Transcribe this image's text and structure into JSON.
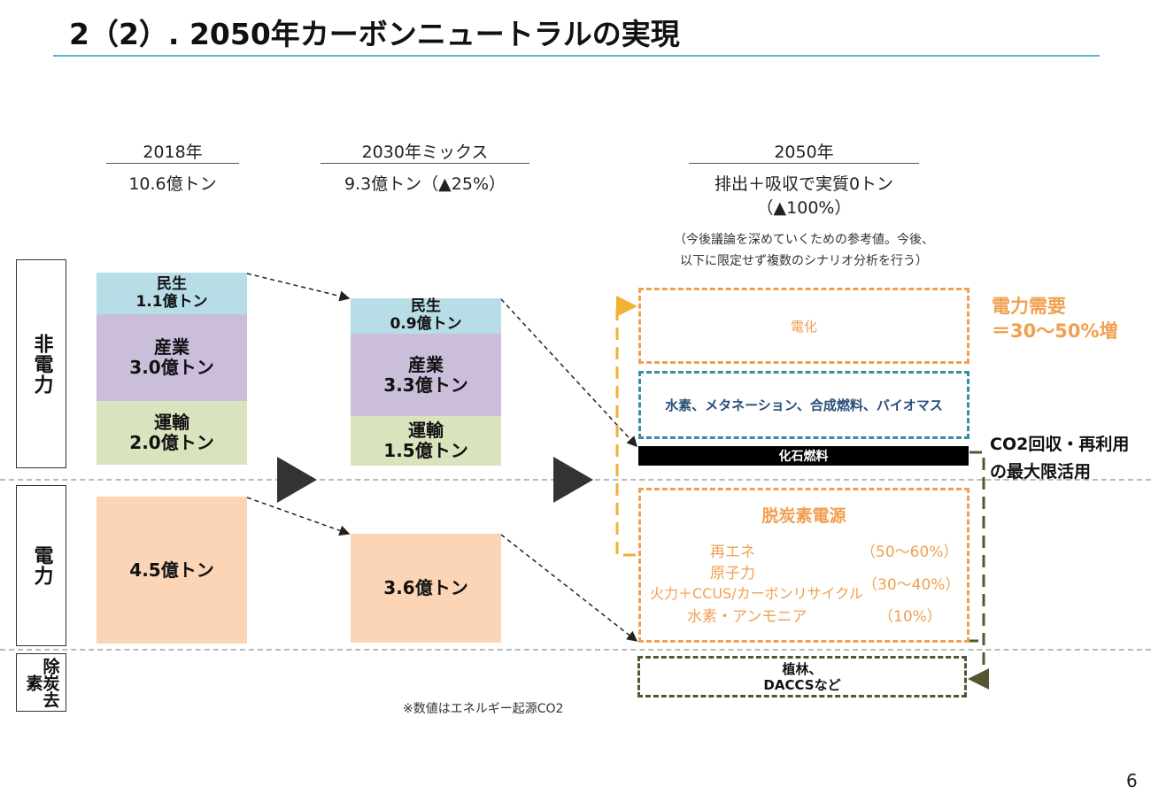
{
  "slide": {
    "title": "2（2）. 2050年カーボンニュートラルの実現",
    "page_number": "6",
    "footnote": "※数値はエネルギー起源CO2"
  },
  "rows": {
    "non_power": "非電力",
    "power": "電力",
    "removal": "除炭去素"
  },
  "columns": {
    "y2018": {
      "year": "2018年",
      "total": "10.6億トン"
    },
    "y2030": {
      "year": "2030年ミックス",
      "total": "9.3億トン（▲25%）"
    },
    "y2050": {
      "year": "2050年",
      "total_line1": "排出＋吸収で実質0トン",
      "total_line2": "（▲100%）",
      "note_line1": "（今後議論を深めていくための参考値。今後、",
      "note_line2": "以下に限定せず複数のシナリオ分析を行う）"
    }
  },
  "bars_2018": {
    "minsei": {
      "name": "民生",
      "value": "1.1億トン",
      "color": "#b7dde6"
    },
    "sangyo": {
      "name": "産業",
      "value": "3.0億トン",
      "color": "#cbbedb"
    },
    "unyu": {
      "name": "運輸",
      "value": "2.0億トン",
      "color": "#d9e3bd"
    },
    "power": {
      "value": "4.5億トン",
      "color": "#fbd5b5"
    }
  },
  "bars_2030": {
    "minsei": {
      "name": "民生",
      "value": "0.9億トン"
    },
    "sangyo": {
      "name": "産業",
      "value": "3.3億トン"
    },
    "unyu": {
      "name": "運輸",
      "value": "1.5億トン"
    },
    "power": {
      "value": "3.6億トン"
    }
  },
  "future": {
    "denka": "電化",
    "power_demand_line1": "電力需要",
    "power_demand_line2": "＝30～50%増",
    "hydrogen": "水素、メタネーション、合成燃料、バイオマス",
    "fossil": "化石燃料",
    "co2_line1": "CO2回収・再利用",
    "co2_line2": "の最大限活用",
    "decarb_title": "脱炭素電源",
    "renewable": "再エネ",
    "renewable_share": "（50～60%）",
    "nuclear": "原子力",
    "thermal": "火力＋CCUS/カーボンリサイクル",
    "nuclear_thermal_share": "（30～40%）",
    "hydrogen_ammonia": "水素・アンモニア",
    "hydrogen_ammonia_share": "（10%）",
    "forest_line1": "植林、",
    "forest_line2": "DACCSなど"
  },
  "colors": {
    "accent_orange": "#f0a050",
    "dashed_blue": "#3a89a6",
    "arrow_gold": "#f2b134",
    "dark_olive": "#555533",
    "title_rule": "#5ab4d6"
  }
}
